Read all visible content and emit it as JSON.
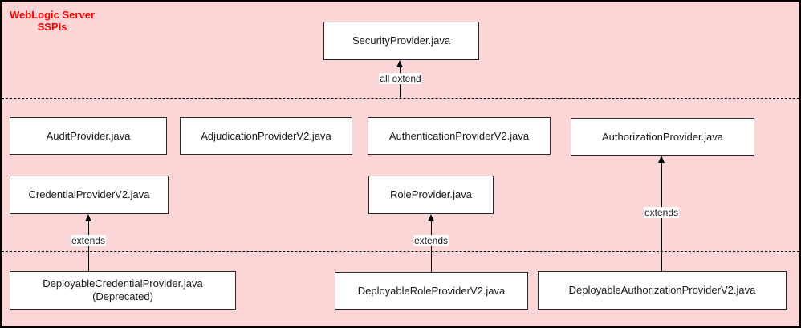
{
  "title": {
    "line1": "WebLogic Server",
    "line2": "SSPIs"
  },
  "colors": {
    "background": "#FCD6D6",
    "title_text": "#FF0000",
    "box_fill": "#FFFFFF",
    "box_border": "#2A2A2A",
    "line": "#000000"
  },
  "boxes": {
    "security_provider": "SecurityProvider.java",
    "audit_provider": "AuditProvider.java",
    "adjudication_provider": "AdjudicationProviderV2.java",
    "authentication_provider": "AuthenticationProviderV2.java",
    "authorization_provider": "AuthorizationProvider.java",
    "credential_provider": "CredentialProviderV2.java",
    "role_provider": "RoleProvider.java",
    "deployable_credential_provider_line1": "DeployableCredentialProvider.java",
    "deployable_credential_provider_line2": "(Deprecated)",
    "deployable_role_provider": "DeployableRoleProviderV2.java",
    "deployable_authorization_provider": "DeployableAuthorizationProviderV2.java"
  },
  "arrow_labels": {
    "all_extend": "all extend",
    "extends_credential": "extends",
    "extends_role": "extends",
    "extends_authorization": "extends"
  }
}
